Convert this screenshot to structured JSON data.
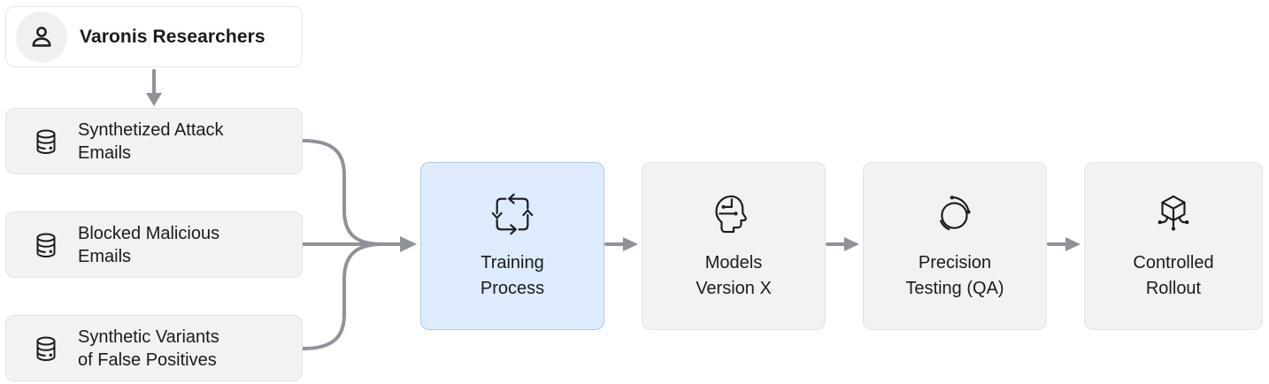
{
  "diagram": {
    "actor": {
      "label": "Varonis Researchers",
      "icon": "person-icon"
    },
    "sources": [
      {
        "icon": "database-icon",
        "lines": [
          "Synthetized Attack",
          "Emails"
        ]
      },
      {
        "icon": "database-icon",
        "lines": [
          "Blocked Malicious",
          "Emails"
        ]
      },
      {
        "icon": "database-icon",
        "lines": [
          "Synthetic Variants",
          "of False Positives"
        ]
      }
    ],
    "steps": [
      {
        "icon": "cycle-loop-icon",
        "highlighted": true,
        "lines": [
          "Training",
          "Process"
        ]
      },
      {
        "icon": "ai-head-icon",
        "highlighted": false,
        "lines": [
          "Models",
          "Version X"
        ]
      },
      {
        "icon": "circular-arrows-icon",
        "highlighted": false,
        "lines": [
          "Precision",
          "Testing (QA)"
        ]
      },
      {
        "icon": "deploy-cube-icon",
        "highlighted": false,
        "lines": [
          "Controlled",
          "Rollout"
        ]
      }
    ],
    "colors": {
      "canvas": "#ffffff",
      "ink": "#1a1b1e",
      "arrow": "#8f9298",
      "box_bg": "#f1f2f4",
      "box_border": "#e1e3e6",
      "accent_bg": "#ddebfc",
      "accent_border": "#abcbf1",
      "actor_border": "#e4e5e8",
      "avatar_bg": "#eef0f2"
    }
  }
}
